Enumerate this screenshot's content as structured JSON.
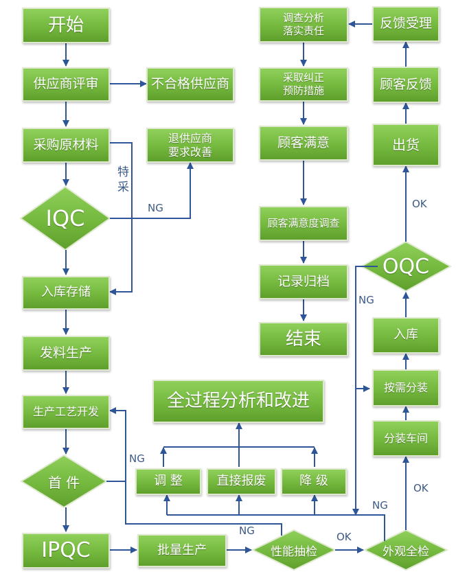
{
  "nodes": {
    "start": "开始",
    "supplier_review": "供应商评审",
    "unqualified_supplier": "不合格供应商",
    "purchase_materials": "采购原材料",
    "return_supplier": "退供应商\n要求改善",
    "iqc": "IQC",
    "warehouse_storage": "入库存储",
    "issue_production": "发料生产",
    "process_development": "生产工艺开发",
    "first_piece": "首 件",
    "ipqc": "IPQC",
    "mass_production": "批量生产",
    "performance_sampling": "性能抽检",
    "appearance_inspection": "外观全检",
    "packing_workshop": "分装车间",
    "packing_on_demand": "按需分装",
    "stock_in": "入库",
    "oqc": "OQC",
    "shipment": "出货",
    "customer_feedback": "顾客反馈",
    "feedback_acceptance": "反馈受理",
    "investigation_analysis": "调查分析\n落实责任",
    "corrective_preventive": "采取纠正\n预防措施",
    "customer_satisfied": "顾客满意",
    "satisfaction_survey": "顾客满意度调查",
    "record_archive": "记录归档",
    "end": "结束",
    "full_process_analysis": "全过程分析和改进",
    "adjust": "调 整",
    "direct_scrap": "直接报废",
    "downgrade": "降 级"
  },
  "edge_labels": {
    "special_purchase": "特\n采",
    "ng_iqc": "NG",
    "ng_first_piece": "NG",
    "ng_performance": "NG",
    "ok_performance": "OK",
    "ok_appearance": "OK",
    "ng_appearance": "NG",
    "ng_oqc": "NG",
    "ok_oqc": "OK"
  },
  "colors": {
    "box_fill": "#74b83e",
    "box_border": "#dfe9cf",
    "arrow": "#2e5597",
    "label": "#3b5a86"
  }
}
